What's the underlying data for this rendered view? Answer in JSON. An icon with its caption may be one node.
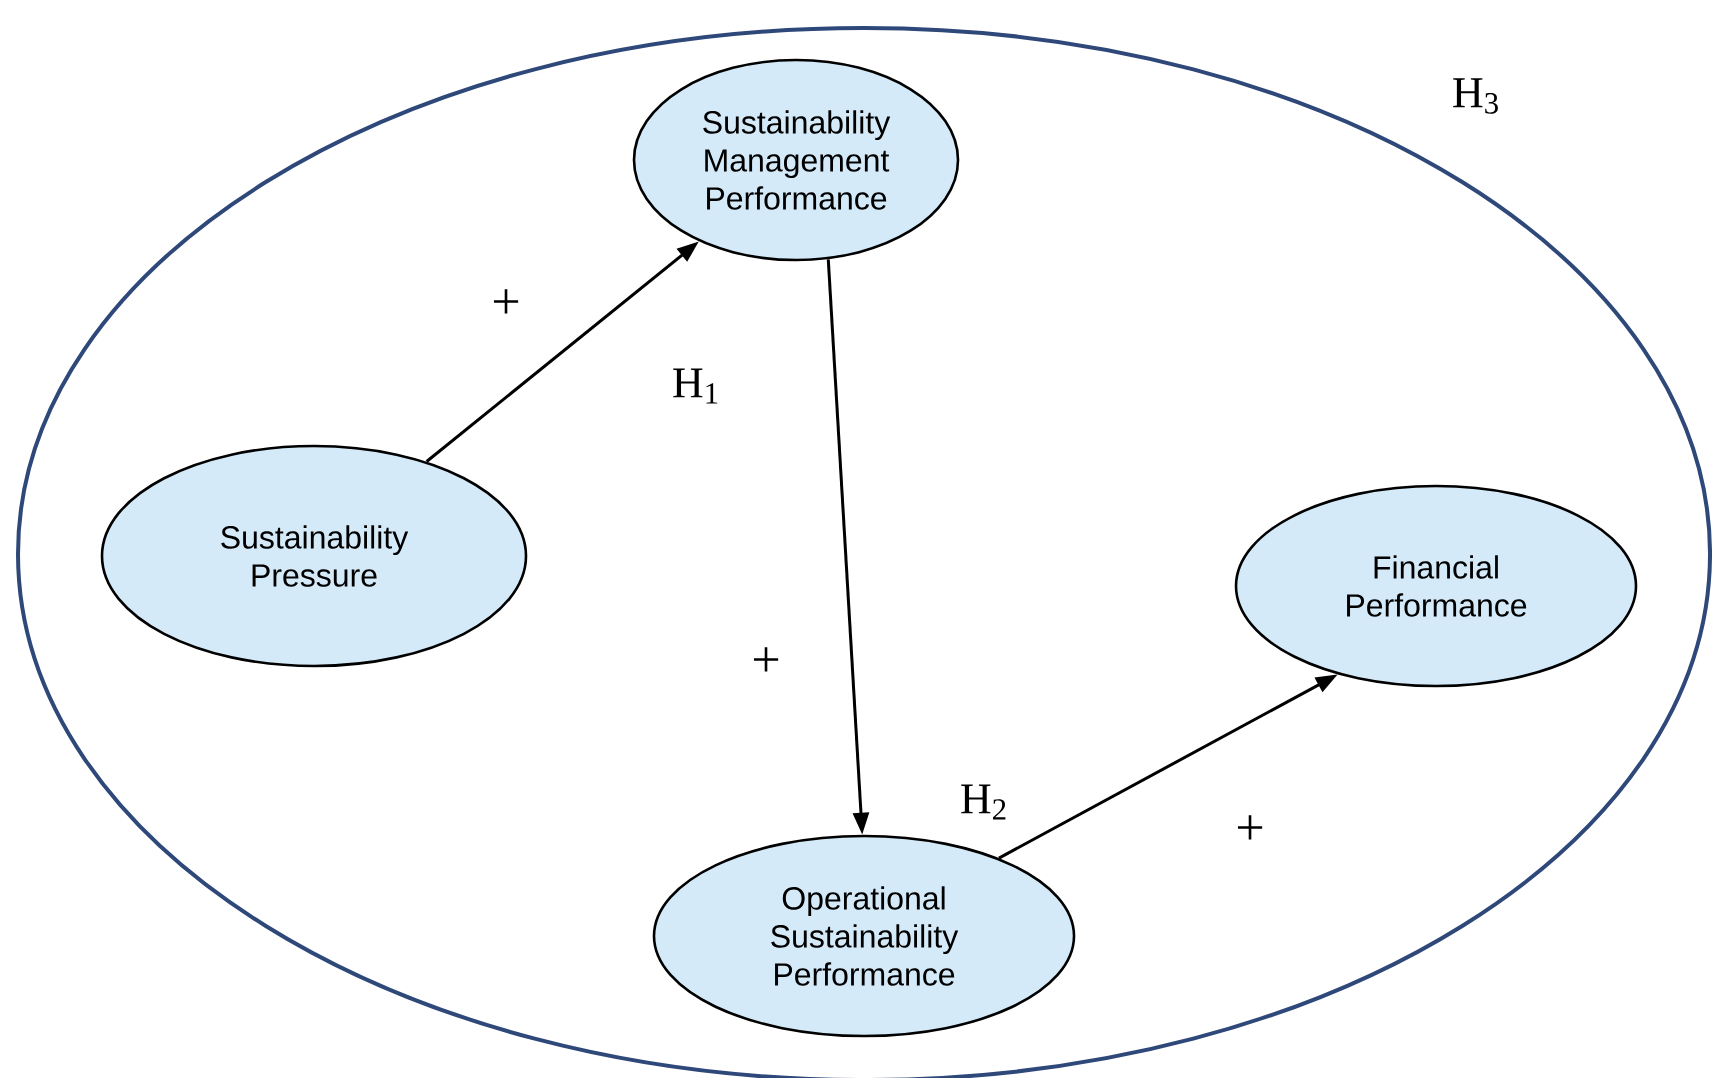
{
  "diagram": {
    "nodes": [
      {
        "text": [
          "H$_{3}$"
        ]
      },
      {
        "text": [
          "Sustainability Management Performance"
        ],
        "in": 0
      },
      {
        "text": [
          "Sustainability Pressure"
        ],
        "in": 0
      },
      {
        "text": [
          "Financial Performance"
        ],
        "in": 0
      },
      {
        "text": [
          "Operational Sustainability Performance"
        ],
        "in": 0
      }
    ],
    "edges": [
      {
        "from": 2,
        "to": 1,
        "arrow": "to",
        "label": "+"
      },
      {
        "from": 1,
        "to": 4,
        "arrow": "to",
        "label": "+"
      },
      {
        "from": 4,
        "to": 3,
        "arrow": "to",
        "label": "+"
      }
    ],
    "labels": [
      "H$_{1}$",
      "H$_{2}$"
    ]
  }
}
